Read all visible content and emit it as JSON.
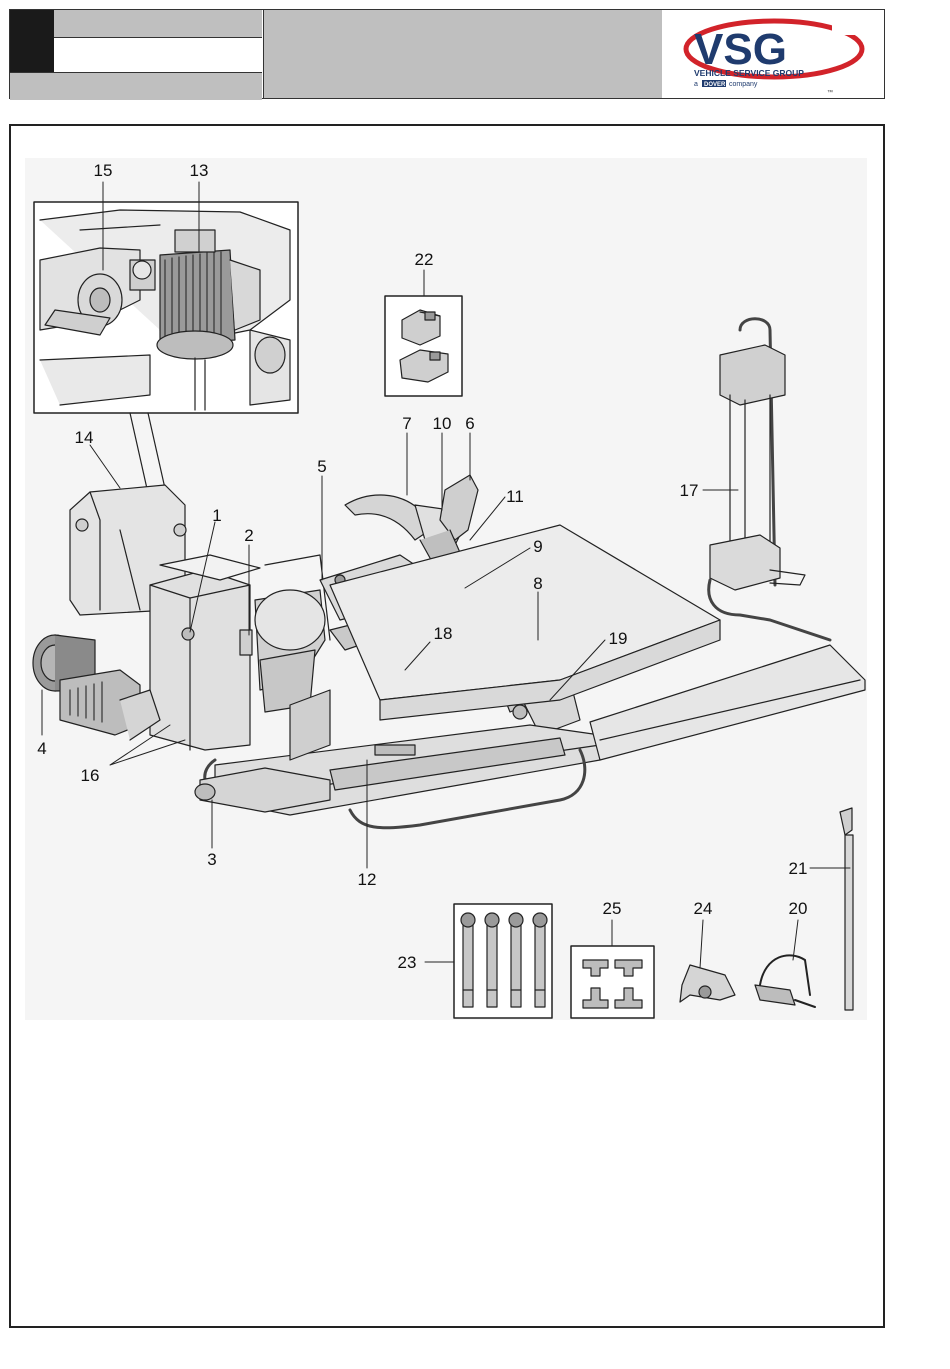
{
  "logo": {
    "brand": "VSG",
    "tagline": "VEHICLE SERVICE GROUP",
    "subline_prefix": "a",
    "subline_company": "DOVER",
    "subline_suffix": "company",
    "tm": "™",
    "accent_color": "#d2232a",
    "brand_color": "#1f3b6e"
  },
  "callouts": [
    {
      "id": "15",
      "text": "15"
    },
    {
      "id": "13",
      "text": "13"
    },
    {
      "id": "22",
      "text": "22"
    },
    {
      "id": "7",
      "text": "7"
    },
    {
      "id": "10",
      "text": "10"
    },
    {
      "id": "6",
      "text": "6"
    },
    {
      "id": "14",
      "text": "14"
    },
    {
      "id": "5",
      "text": "5"
    },
    {
      "id": "11",
      "text": "11"
    },
    {
      "id": "17",
      "text": "17"
    },
    {
      "id": "1",
      "text": "1"
    },
    {
      "id": "2",
      "text": "2"
    },
    {
      "id": "9",
      "text": "9"
    },
    {
      "id": "8",
      "text": "8"
    },
    {
      "id": "18",
      "text": "18"
    },
    {
      "id": "19",
      "text": "19"
    },
    {
      "id": "4",
      "text": "4"
    },
    {
      "id": "16",
      "text": "16"
    },
    {
      "id": "3",
      "text": "3"
    },
    {
      "id": "12",
      "text": "12"
    },
    {
      "id": "21",
      "text": "21"
    },
    {
      "id": "25",
      "text": "25"
    },
    {
      "id": "24",
      "text": "24"
    },
    {
      "id": "20",
      "text": "20"
    },
    {
      "id": "23",
      "text": "23"
    }
  ]
}
